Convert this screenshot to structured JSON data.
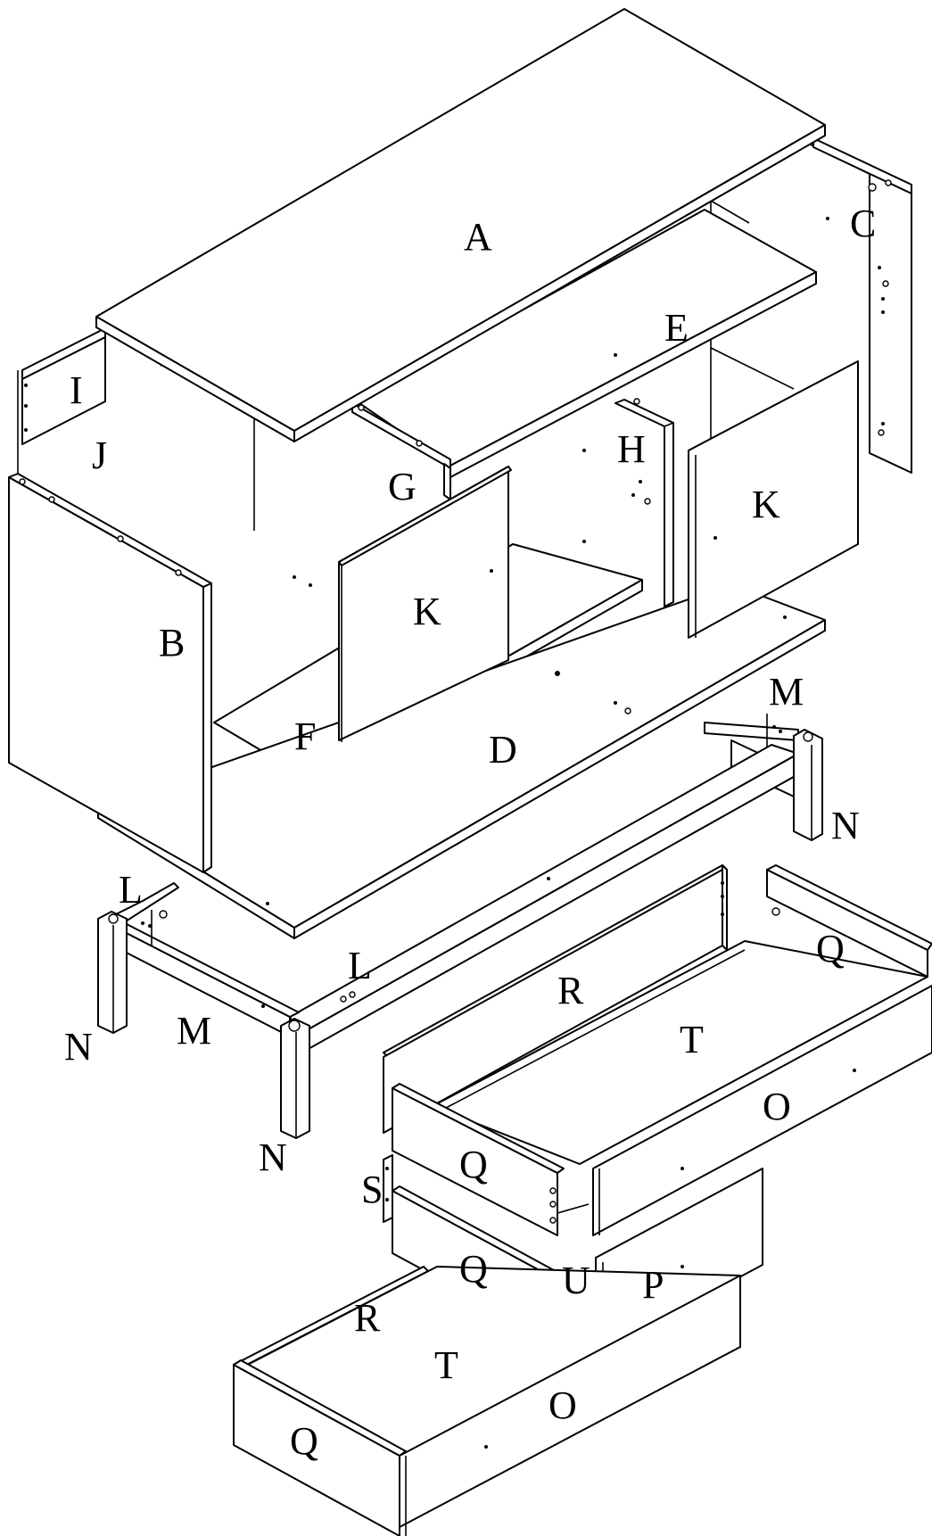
{
  "diagram": {
    "type": "exploded-assembly",
    "parts": {
      "top_panel": "A",
      "left_side": "B",
      "right_side": "C",
      "bottom_panel": "D",
      "upper_shelf": "E",
      "lower_shelf": "F",
      "center_divider": "G",
      "right_divider": "H",
      "back_rail": "I",
      "back_panel": "J",
      "door_left": "K",
      "door_right": "K",
      "frame_long_front": "L",
      "frame_long_back": "L",
      "frame_short_back": "M",
      "frame_short_front": "M",
      "leg_back_right": "N",
      "leg_front_left": "N",
      "leg_front_right": "N",
      "drawer1_side": "O",
      "drawer1_front": "P",
      "drawer1_back_right": "Q",
      "drawer1_back_left": "Q",
      "drawer1_end_lower": "Q",
      "drawer1_runner": "R",
      "drawer1_base": "T",
      "drawer_divider": "S",
      "drawer_stop": "U",
      "drawer2_runner": "R",
      "drawer2_base": "T",
      "drawer2_side": "O",
      "drawer2_back": "Q"
    },
    "colors": {
      "line": "#000000",
      "panel": "#ffffff"
    }
  }
}
